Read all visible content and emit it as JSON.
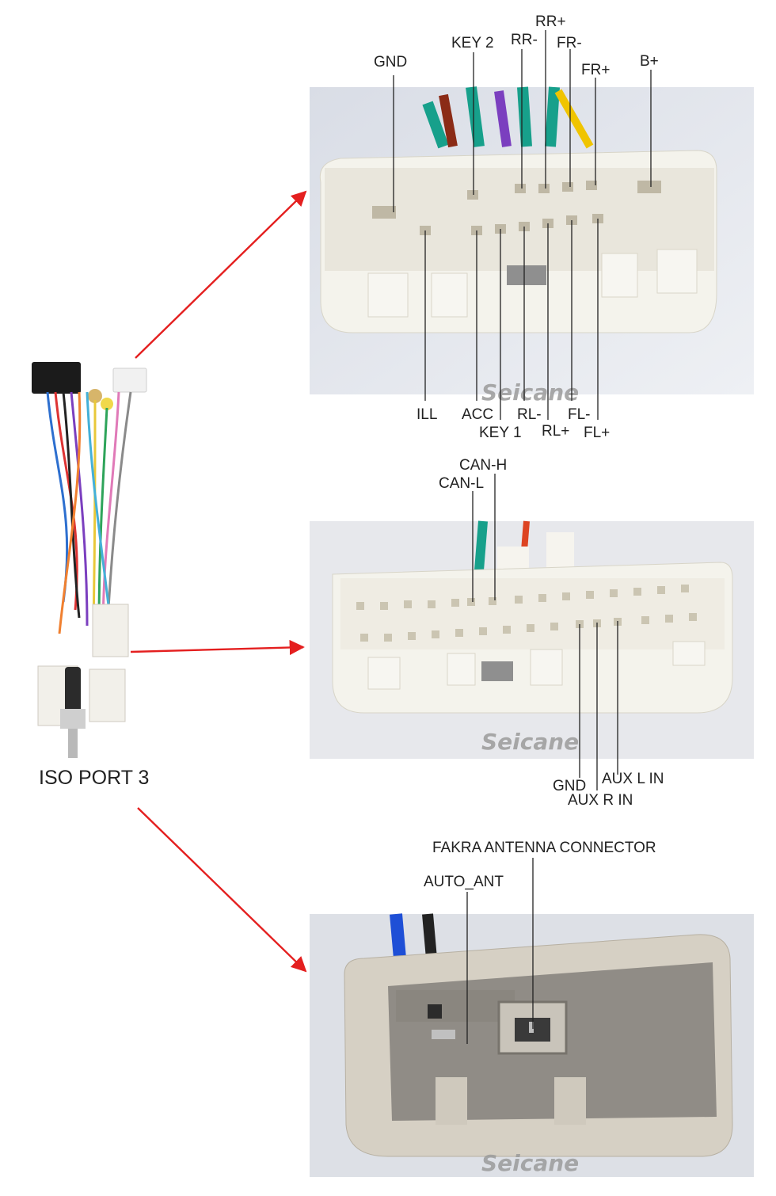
{
  "harness_label": "ISO PORT 3",
  "watermark": "Seicane",
  "connector1": {
    "top_labels": [
      "GND",
      "KEY 2",
      "RR-",
      "RR+",
      "FR-",
      "FR+",
      "B+"
    ],
    "bottom_labels": [
      "ILL",
      "ACC",
      "KEY 1",
      "RL-",
      "RL+",
      "FL-",
      "FL+"
    ]
  },
  "connector2": {
    "top_labels": [
      "CAN-H",
      "CAN-L"
    ],
    "bottom_labels": [
      "GND",
      "AUX R IN",
      "AUX L IN"
    ]
  },
  "connector3": {
    "labels": [
      "FAKRA ANTENNA CONNECTOR",
      "AUTO_ANT"
    ]
  },
  "colors": {
    "arrow": "#e41f1f",
    "watermark": "#9a9a9a"
  }
}
